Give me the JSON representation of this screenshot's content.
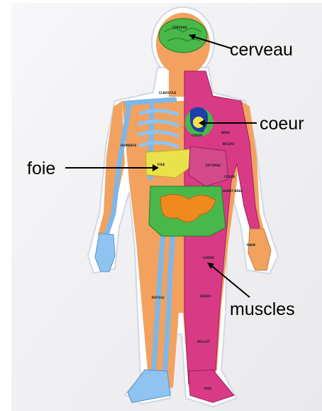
{
  "labels": {
    "cerveau": "cerveau",
    "coeur": "coeur",
    "foie": "foie",
    "muscles": "muscles"
  },
  "puzzle_text": {
    "cerveau": "CERVEAU",
    "coeur": "COEUR",
    "foie": "FOIE",
    "bras": "BRAS",
    "biceps": "BICEPS",
    "coude": "COUDE",
    "avant_bras": "AVANT BRAS",
    "main": "MAIN",
    "cuisse": "CUISSE",
    "genou": "GENOU",
    "mollet": "MOLLET",
    "pied": "PIED",
    "humerus": "HUMERUS",
    "clavicule": "CLAVICULE",
    "estomac": "ESTOMAC",
    "rotule": "ROTULE"
  },
  "colors": {
    "background": "#ffffff",
    "board": "#f4f4f6",
    "skin": "#f2a25e",
    "bone": "#8fc3f0",
    "muscle": "#d93a86",
    "brain": "#49b84a",
    "heart": "#1c3fa8",
    "liver": "#e9e24a",
    "intestine": "#f08a1e"
  }
}
